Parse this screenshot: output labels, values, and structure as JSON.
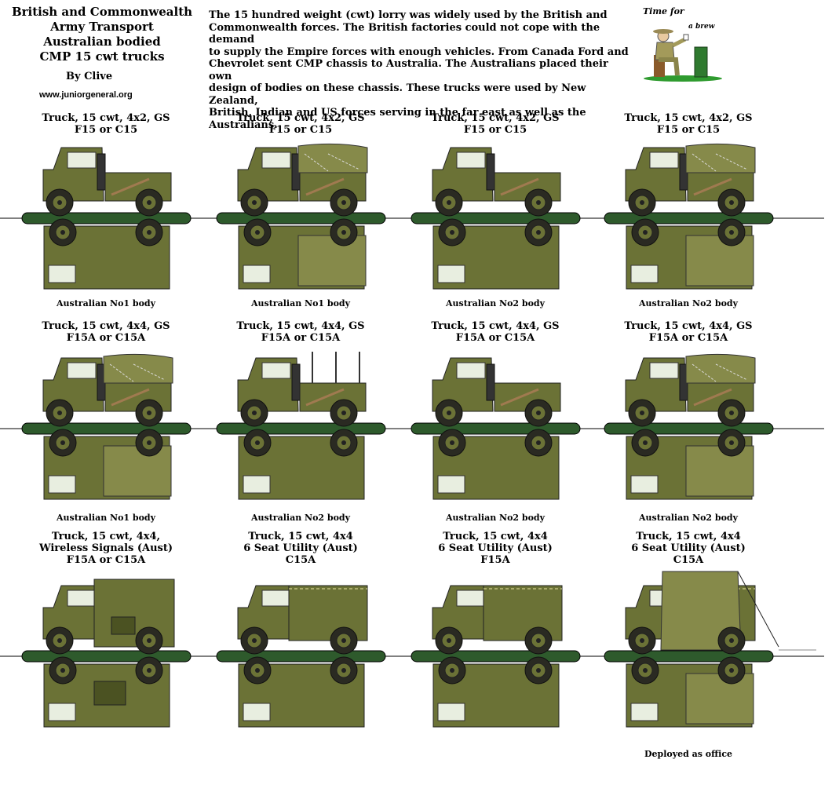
{
  "header": {
    "title_lines": [
      "British and Commonwealth",
      "Army Transport",
      "Australian bodied",
      "CMP 15 cwt trucks"
    ],
    "byline": "By Clive",
    "website": "www.juniorgeneral.org",
    "intro_lines": [
      "The 15 hundred weight (cwt) lorry was widely used by the British and",
      "Commonwealth forces.  The British factories could not cope with the demand",
      "to supply the Empire forces with enough vehicles. From Canada Ford and",
      "Chevrolet sent CMP chassis to Australia. The Australians placed their own",
      "design of bodies on these chassis. These trucks were used by New Zealand,",
      "British, Indian and US forces serving in the far east as well as the",
      "Australians."
    ],
    "logo_text_1": "Time for",
    "logo_text_2": "a brew"
  },
  "colors": {
    "olive": "#6b7236",
    "olive_dark": "#4b5222",
    "canvas": "#868a4a",
    "base_green": "#2e5a2c",
    "tire": "#2a2a22"
  },
  "trucks": [
    {
      "caption": [
        "Truck, 15 cwt, 4x2, GS",
        "F15 or C15"
      ],
      "label": "Australian No1 body",
      "style": "open"
    },
    {
      "caption": [
        "Truck, 15 cwt, 4x2, GS",
        "F15 or C15"
      ],
      "label": "Australian No1 body",
      "style": "canvas"
    },
    {
      "caption": [
        "Truck, 15 cwt, 4x2, GS",
        "F15 or C15"
      ],
      "label": "Australian No2 body",
      "style": "open"
    },
    {
      "caption": [
        "Truck, 15 cwt, 4x2, GS",
        "F15 or C15"
      ],
      "label": "Australian No2 body",
      "style": "canvas"
    },
    {
      "caption": [
        "Truck, 15 cwt, 4x4, GS",
        "F15A or C15A"
      ],
      "label": "Australian No1 body",
      "style": "canvas"
    },
    {
      "caption": [
        "Truck, 15 cwt, 4x4, GS",
        "F15A or C15A"
      ],
      "label": "Australian No2 body",
      "style": "frame"
    },
    {
      "caption": [
        "Truck, 15 cwt, 4x4, GS",
        "F15A or C15A"
      ],
      "label": "Australian No2 body",
      "style": "open"
    },
    {
      "caption": [
        "Truck, 15 cwt, 4x4, GS",
        "F15A or C15A"
      ],
      "label": "Australian No2 body",
      "style": "canvas"
    },
    {
      "caption": [
        "Truck, 15 cwt, 4x4,",
        "Wireless Signals (Aust)",
        "F15A or C15A"
      ],
      "label": "",
      "style": "box"
    },
    {
      "caption": [
        "Truck, 15 cwt, 4x4",
        "6 Seat Utility (Aust)",
        "C15A"
      ],
      "label": "",
      "style": "utility"
    },
    {
      "caption": [
        "Truck, 15 cwt, 4x4",
        "6 Seat Utility (Aust)",
        "F15A"
      ],
      "label": "",
      "style": "utility2"
    },
    {
      "caption": [
        "Truck, 15 cwt, 4x4",
        "6 Seat Utility (Aust)",
        "C15A"
      ],
      "label": "Deployed as office",
      "style": "tent"
    }
  ]
}
